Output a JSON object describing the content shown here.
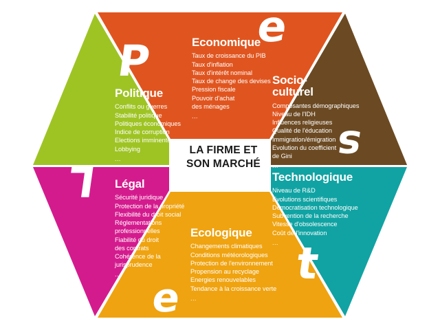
{
  "center": {
    "line1": "LA FIRME ET",
    "line2": "SON MARCHÉ"
  },
  "segments": [
    {
      "key": "politique",
      "title": "Politique",
      "letter": "P",
      "color": "#9EC424",
      "items": [
        "Conflits ou guerres",
        "Stabilité politique",
        "Politiques économiques",
        "Indice de corruption",
        "Elections imminentes",
        "Lobbying"
      ],
      "ellipsis": "..."
    },
    {
      "key": "economique",
      "title": "Economique",
      "letter": "e",
      "color": "#E0551F",
      "items": [
        "Taux de croissance du PIB",
        "Taux d'inflation",
        "Taux d'intérêt nominal",
        "Taux de change des devises",
        "Pression fiscale",
        "Pouvoir d'achat",
        "des ménages"
      ],
      "ellipsis": "..."
    },
    {
      "key": "socio-culturel",
      "title_line1": "Socio-",
      "title_line2": "culturel",
      "letter": "s",
      "color": "#6B4A23",
      "items": [
        "Composantes démographiques",
        "Niveau de l'IDH",
        "Influences religieuses",
        "Qualité de l'éducation",
        "Immigration/émigration",
        "Evolution du coefficient",
        "de Gini"
      ],
      "ellipsis": "..."
    },
    {
      "key": "technologique",
      "title": "Technologique",
      "letter": "t",
      "color": "#11A3A3",
      "items": [
        "Niveau de R&D",
        "Evolutions scientifiques",
        "Démocratisation technologique",
        "Subvention de la recherche",
        "Vitesse d'obsolescence",
        "Coût de l'innovation"
      ],
      "ellipsis": "..."
    },
    {
      "key": "ecologique",
      "title": "Ecologique",
      "letter": "e",
      "color": "#EFA310",
      "items": [
        "Changements climatiques",
        "Conditions météorologiques",
        "Protection de l'environnement",
        "Propension au recyclage",
        "Energies renouvelables",
        "Tendance à la croissance verte"
      ],
      "ellipsis": "..."
    },
    {
      "key": "legal",
      "title": "Légal",
      "letter": "L",
      "color": "#D41B8E",
      "items": [
        "Sécurité juridique",
        "Protection de la propriété",
        "Flexibilité du droit social",
        "Réglementations",
        "professionnelles",
        "Fiabilité du droit",
        "des contrats",
        "Cohérence de la",
        "jurisprudence"
      ],
      "ellipsis": "..."
    }
  ],
  "colors": {
    "background": "#ffffff",
    "center_text": "#1a1a1a",
    "segment_text": "#ffffff",
    "politique": "#9EC424",
    "economique": "#E0551F",
    "socio_culturel": "#6B4A23",
    "technologique": "#11A3A3",
    "ecologique": "#EFA310",
    "legal": "#D41B8E"
  }
}
